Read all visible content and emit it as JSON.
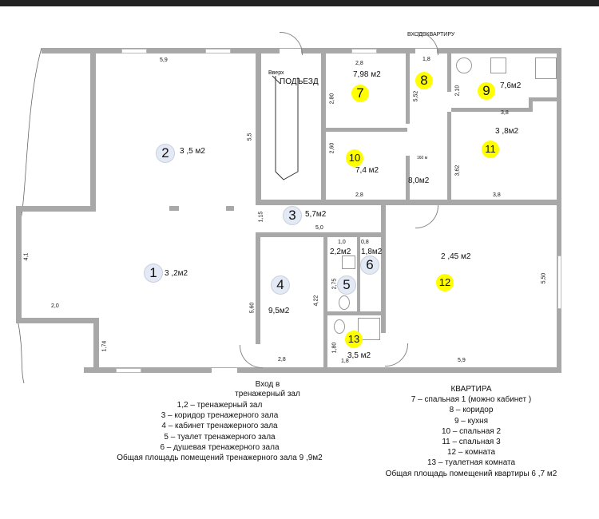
{
  "labels": {
    "entrance_apartment": "ВХОДВКВАРТИРУ",
    "stairwell": "ПОДЪЕЗД",
    "stair_small": "Вверх"
  },
  "rooms": {
    "r1": {
      "num": "1",
      "area": "3 ,2м2"
    },
    "r2": {
      "num": "2",
      "area": "3 ,5 м2"
    },
    "r3": {
      "num": "3",
      "area": "5,7м2"
    },
    "r4": {
      "num": "4",
      "area": "9,5м2"
    },
    "r5": {
      "num": "5",
      "area": "2,2м2"
    },
    "r6": {
      "num": "6",
      "area": "1,8м2"
    },
    "r7": {
      "num": "7",
      "area": "7,98 м2"
    },
    "r8": {
      "num": "8",
      "area": "8,0м2"
    },
    "r9": {
      "num": "9",
      "area": "7,6м2"
    },
    "r10": {
      "num": "10",
      "area": "7,4 м2"
    },
    "r11": {
      "num": "11",
      "area": "3 ,8м2"
    },
    "r12": {
      "num": "12",
      "area": "2 ,45 м2"
    },
    "r13": {
      "num": "13",
      "area": "3,5 м2"
    }
  },
  "dims": {
    "d59a": "5,9",
    "d55": "5,5",
    "d41": "4,1",
    "d20": "2,0",
    "d174": "1,74",
    "d115": "1,15",
    "d50": "5,0",
    "d560": "5,60",
    "d422": "4,22",
    "d28a": "2,8",
    "d10": "1,0",
    "d08": "0,8",
    "d275": "2,75",
    "d180": "1,80",
    "d18b": "1,8",
    "d59b": "5,9",
    "d550": "5,50",
    "d28b": "2,8",
    "d280": "2,80",
    "d260": "2,60",
    "d28c": "2,8",
    "d18": "1,8",
    "d552": "5,52",
    "d160": "160 м",
    "d210": "2,10",
    "d38a": "3,8",
    "d362": "3,62",
    "d38b": "3,8"
  },
  "legend_gym": {
    "entrance": [
      "Вход в",
      "тренажерный зал"
    ],
    "items": [
      "1,2 – тренажерный зал",
      "3 – коридор тренажерного зала",
      "4 – кабинет тренажерного зала",
      "5 – туалет тренажерного зала",
      "6 – душевая тренажерного зала"
    ],
    "total": "Общая площадь помещений  тренажерного зала  9 ,9м2"
  },
  "legend_apartment": {
    "title": "КВАРТИРА",
    "items": [
      "7 – спальная  1 (можно кабинет )",
      "8 – коридор",
      "9 – кухня",
      "10 – спальная  2",
      "11 – спальная  3",
      "12 – комната",
      "13 – туалетная комната"
    ],
    "total": "Общая площадь помещений квартиры  6 ,7  м2"
  },
  "colors": {
    "wall": "#a8a8a8",
    "gym_marker": "#e4eaf5",
    "apartment_marker": "#ffff00"
  }
}
